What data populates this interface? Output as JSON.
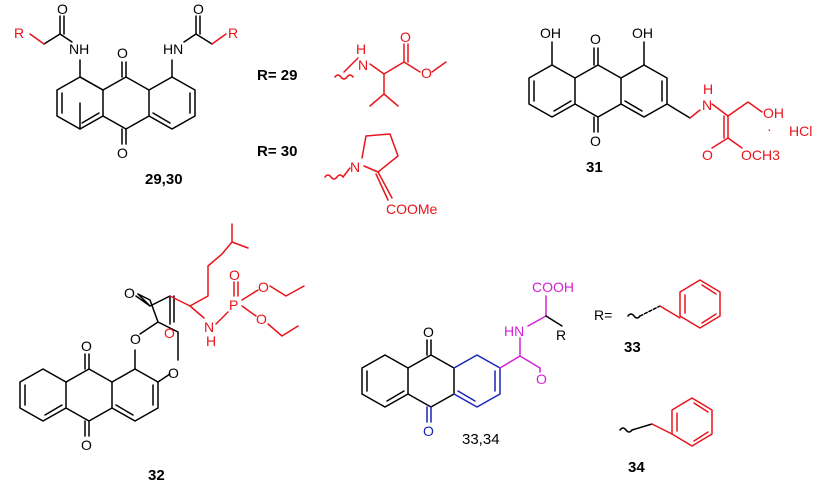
{
  "colors": {
    "black": "#000000",
    "red": "#e8141b",
    "magenta": "#d223d6",
    "blue": "#1a24b8"
  },
  "compounds": {
    "c2930": {
      "caption": "29,30",
      "atoms": {
        "r": "R",
        "nh": "NH",
        "hn": "HN",
        "o": "O"
      },
      "r29_label": "R= 29",
      "r30_label": "R= 30",
      "sub29": {
        "h": "H",
        "n": "N",
        "o": "O"
      },
      "sub30": {
        "n": "N",
        "coome": "COOMe"
      }
    },
    "c31": {
      "caption": "31",
      "atoms": {
        "oh": "OH",
        "o": "O",
        "h": "H",
        "n": "N",
        "och3": "OCH3",
        "dot": "·",
        "hcl": "HCl"
      }
    },
    "c32": {
      "caption": "32",
      "atoms": {
        "o": "O",
        "p": "P",
        "n": "N",
        "h": "H"
      }
    },
    "c3334": {
      "caption": "33,34",
      "atoms": {
        "cooh": "COOH",
        "hn": "HN",
        "r": "R",
        "o": "O"
      },
      "r_label": "R=",
      "cap33": "33",
      "cap34": "34"
    }
  }
}
